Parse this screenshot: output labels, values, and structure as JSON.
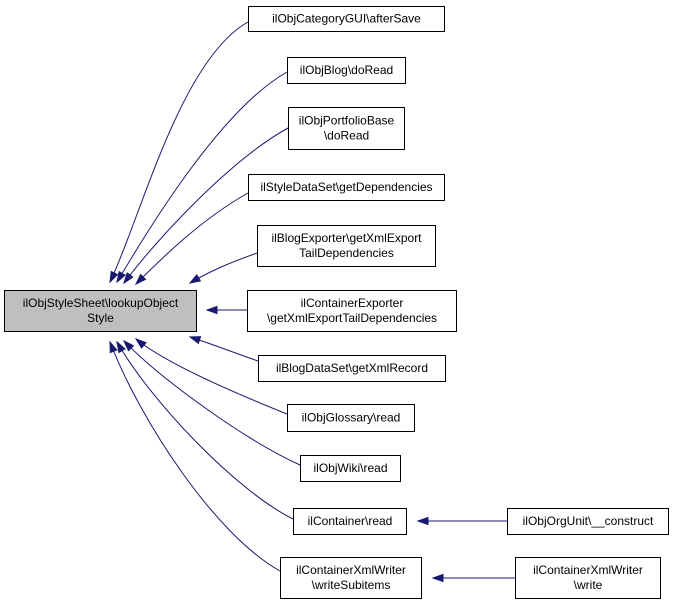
{
  "graph": {
    "root": {
      "id": "root",
      "lines": [
        "ilObjStyleSheet\\lookupObject",
        "Style"
      ]
    },
    "nodes": [
      {
        "id": "n1",
        "lines": [
          "ilObjCategoryGUI\\afterSave"
        ]
      },
      {
        "id": "n2",
        "lines": [
          "ilObjBlog\\doRead"
        ]
      },
      {
        "id": "n3",
        "lines": [
          "ilObjPortfolioBase",
          "\\doRead"
        ]
      },
      {
        "id": "n4",
        "lines": [
          "ilStyleDataSet\\getDependencies"
        ]
      },
      {
        "id": "n5",
        "lines": [
          "ilBlogExporter\\getXmlExport",
          "TailDependencies"
        ]
      },
      {
        "id": "n6",
        "lines": [
          "ilContainerExporter",
          "\\getXmlExportTailDependencies"
        ]
      },
      {
        "id": "n7",
        "lines": [
          "ilBlogDataSet\\getXmlRecord"
        ]
      },
      {
        "id": "n8",
        "lines": [
          "ilObjGlossary\\read"
        ]
      },
      {
        "id": "n9",
        "lines": [
          "ilObjWiki\\read"
        ]
      },
      {
        "id": "n10",
        "lines": [
          "ilContainer\\read"
        ]
      },
      {
        "id": "n11",
        "lines": [
          "ilContainerXmlWriter",
          "\\writeSubitems"
        ]
      },
      {
        "id": "n12",
        "lines": [
          "ilObjOrgUnit\\__construct"
        ]
      },
      {
        "id": "n13",
        "lines": [
          "ilContainerXmlWriter",
          "\\write"
        ]
      }
    ],
    "edges": [
      {
        "from": "n1",
        "to": "root"
      },
      {
        "from": "n2",
        "to": "root"
      },
      {
        "from": "n3",
        "to": "root"
      },
      {
        "from": "n4",
        "to": "root"
      },
      {
        "from": "n5",
        "to": "root"
      },
      {
        "from": "n6",
        "to": "root"
      },
      {
        "from": "n7",
        "to": "root"
      },
      {
        "from": "n8",
        "to": "root"
      },
      {
        "from": "n9",
        "to": "root"
      },
      {
        "from": "n10",
        "to": "root"
      },
      {
        "from": "n11",
        "to": "root"
      },
      {
        "from": "n12",
        "to": "n10"
      },
      {
        "from": "n13",
        "to": "n11"
      }
    ],
    "colors": {
      "edge": "#191970",
      "root_fill": "#bfbfbf",
      "node_fill": "#ffffff",
      "border": "#000000"
    }
  }
}
